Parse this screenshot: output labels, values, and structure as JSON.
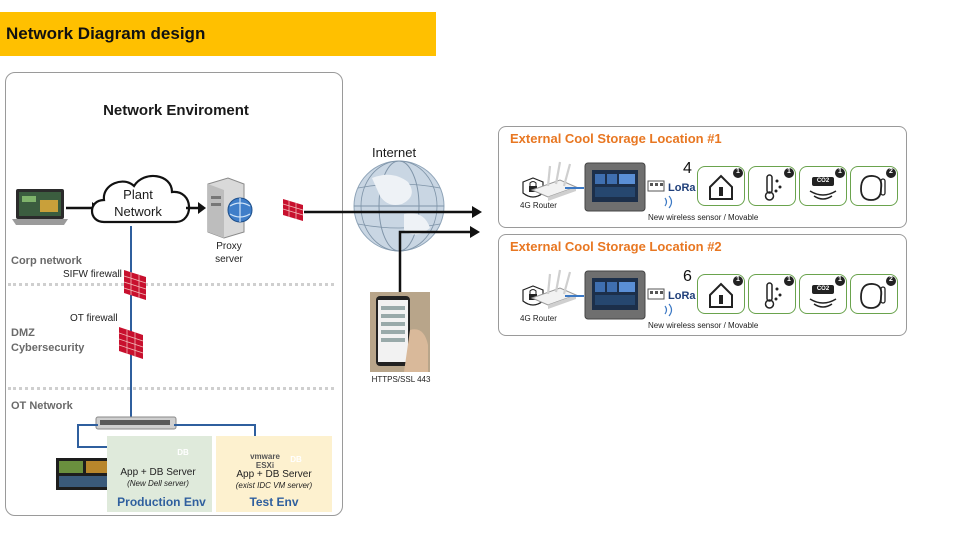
{
  "header": {
    "title": "Network Diagram design"
  },
  "environment": {
    "title": "Network Enviroment",
    "cloud_label": "Plant Network",
    "proxy_label": "Proxy server",
    "zones": [
      "Corp network",
      "DMZ",
      "Cybersecurity",
      "OT Network"
    ],
    "firewalls": [
      "SIFW firewall",
      "OT firewall"
    ],
    "production": {
      "db_label": "DB",
      "server_label": "App + DB Server",
      "server_note": "(New Dell server)",
      "env_name": "Production Env"
    },
    "test": {
      "vm_label": "vmware ESXi",
      "db_label": "DB",
      "server_label": "App + DB Server",
      "server_note": "(exist IDC VM server)",
      "env_name": "Test Env"
    }
  },
  "internet": {
    "label": "Internet",
    "phone_label": "HTTPS/SSL 443"
  },
  "locations": [
    {
      "title": "External Cool Storage Location #1",
      "router_label": "4G Router",
      "sensor_count": "4",
      "lora_label": "LoRa",
      "caption": "New wireless sensor / Movable",
      "badges": [
        "1",
        "1",
        "1",
        "2"
      ],
      "co2_label": "CO2"
    },
    {
      "title": "External Cool Storage Location #2",
      "router_label": "4G Router",
      "sensor_count": "6",
      "lora_label": "LoRa",
      "caption": "New wireless sensor / Movable",
      "badges": [
        "1",
        "1",
        "1",
        "2"
      ],
      "co2_label": "CO2"
    }
  ],
  "colors": {
    "title_bar": "#ffc000",
    "location_title": "#e87722",
    "sensor_border": "#6aa34d",
    "env_name": "#2f5f9e",
    "link_line": "#2f5f9e",
    "firewall": "#c8102e"
  }
}
